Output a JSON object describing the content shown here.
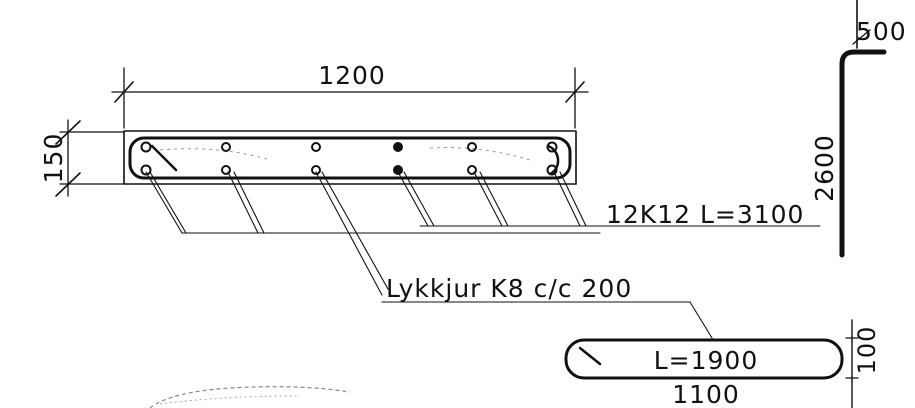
{
  "drawing": {
    "dimensions": {
      "width_top": "1200",
      "height_left": "150",
      "vertical_bar_top": "500",
      "vertical_bar_height": "2600",
      "stirrup_height": "100",
      "stirrup_width": "1100"
    },
    "annotations": {
      "main_rebar": "12K12  L=3100",
      "stirrups": "Lykkjur K8 c/c 200",
      "stirrup_length": "L=1900"
    }
  }
}
